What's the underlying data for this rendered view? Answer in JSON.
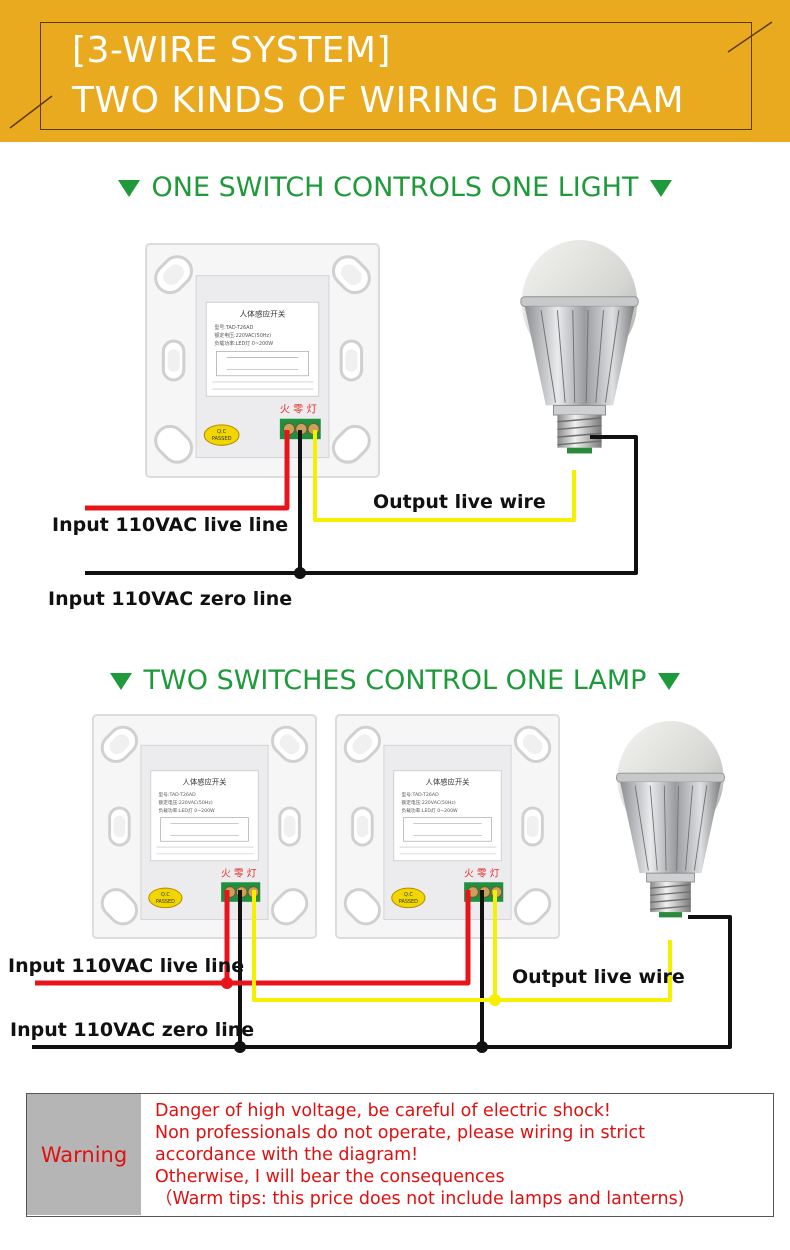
{
  "header": {
    "line1": "[3-WIRE SYSTEM]",
    "line2": "TWO KINDS OF WIRING DIAGRAM"
  },
  "section1": {
    "title": "ONE SWITCH CONTROLS ONE LIGHT",
    "input_live": "Input 110VAC live line",
    "input_zero": "Input 110VAC zero line",
    "output": "Output live wire"
  },
  "section2": {
    "title": "TWO SWITCHES CONTROL ONE LAMP",
    "input_live": "Input 110VAC live line",
    "input_zero": "Input 110VAC zero line",
    "output": "Output live wire"
  },
  "switch_panel": {
    "label_title": "人体感应开关",
    "label_lines": [
      "型号:TAD-T26AD",
      "额定电压:220VAC(50Hz)",
      "负载功率:LED灯 0~200W"
    ],
    "terminals": "火 零 灯",
    "qc_line1": "Q.C",
    "qc_line2": "PASSED"
  },
  "warning": {
    "label": "Warning",
    "lines": [
      "Danger of high voltage, be careful of electric shock!",
      "Non professionals do not operate, please wiring in strict",
      "accordance with the diagram!",
      "Otherwise, I will bear the consequences",
      "（Warm tips: this price does not include lamps and lanterns)"
    ]
  },
  "colors": {
    "header_bg": "#eaaa1f",
    "title_green": "#1e9a3a",
    "live_red": "#e8141c",
    "output_yellow": "#f5f000",
    "zero_black": "#111111",
    "warning_red": "#e01010"
  }
}
